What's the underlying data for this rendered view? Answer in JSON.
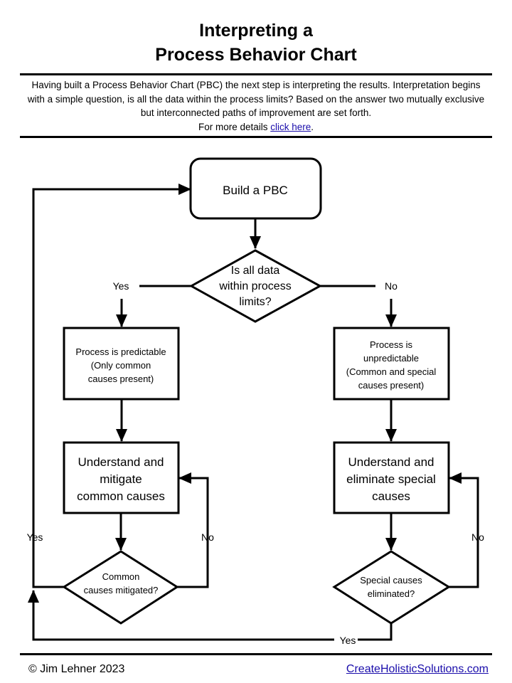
{
  "header": {
    "title_line1": "Interpreting a",
    "title_line2": "Process Behavior Chart"
  },
  "intro": {
    "text": "Having built a Process Behavior Chart (PBC) the next step is interpreting the results. Interpretation begins with a simple question, is all the data within the process limits? Based on the answer two mutually exclusive but interconnected paths of improvement are set forth.",
    "details_prefix": "For more details ",
    "link_text": "click here",
    "details_suffix": "."
  },
  "flowchart": {
    "build": "Build a PBC",
    "decision_main": [
      "Is  all data",
      "within process",
      "limits?"
    ],
    "label_yes_main": "Yes",
    "label_no_main": "No",
    "predictable": [
      "Process is predictable",
      "(Only common",
      "causes present)"
    ],
    "unpredictable": [
      "Process is",
      "unpredictable",
      "(Common and special",
      "causes present)"
    ],
    "understand_common": [
      "Understand and",
      "mitigate",
      "common causes"
    ],
    "understand_special": [
      "Understand and",
      "eliminate special",
      "causes"
    ],
    "decision_common": [
      "Common",
      "causes mitigated?"
    ],
    "decision_special": [
      "Special causes",
      "eliminated?"
    ],
    "label_yes_left": "Yes",
    "label_no_left": "No",
    "label_no_right": "No",
    "label_yes_bottom": "Yes"
  },
  "footer": {
    "copyright": "© Jim Lehner 2023",
    "site": "CreateHolisticSolutions.com"
  }
}
